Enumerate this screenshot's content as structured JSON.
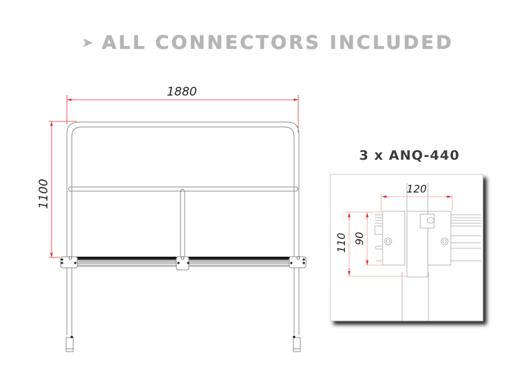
{
  "headline": {
    "bullet_icon": "chevron-right-icon",
    "text": "ALL CONNECTORS INCLUDED"
  },
  "railing_drawing": {
    "width_label": "1880",
    "height_label": "1100",
    "dimension_color": "#e03030",
    "line_color": "#8c8c8c"
  },
  "connector_detail": {
    "title": "3 x ANQ-440",
    "width_label": "120",
    "outer_height_label": "110",
    "inner_height_label": "90"
  }
}
